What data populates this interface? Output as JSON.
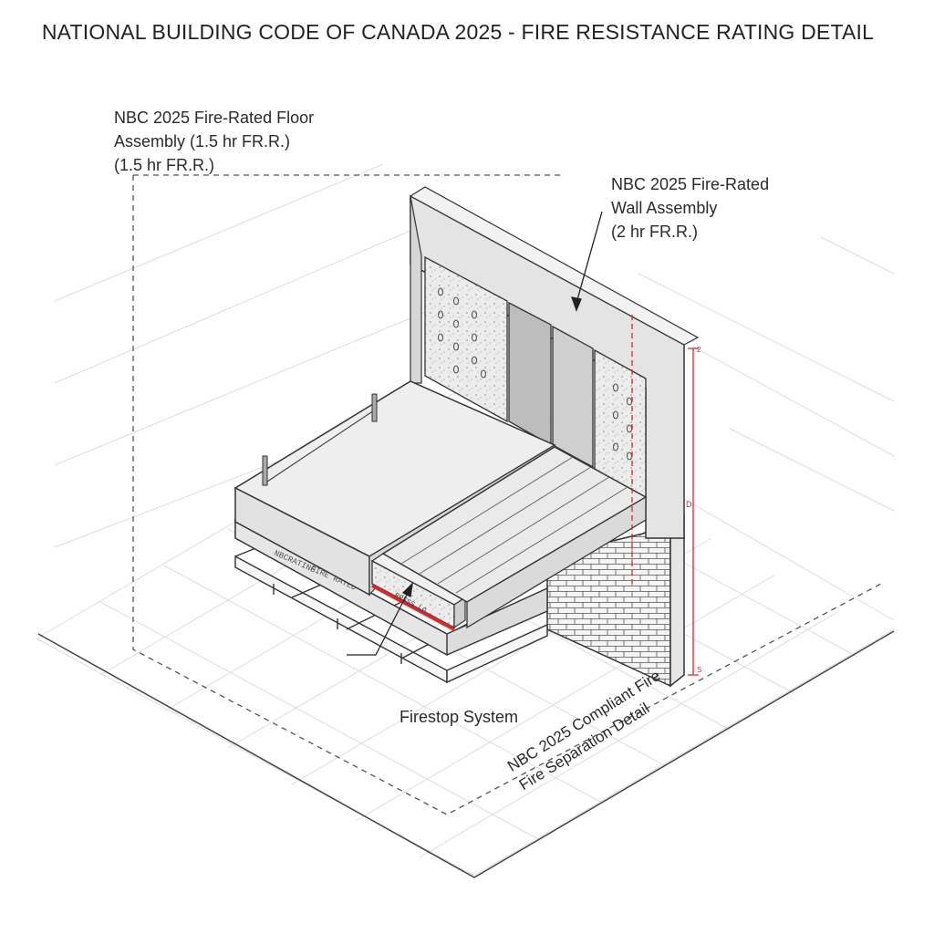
{
  "title": "NATIONAL BUILDING CODE OF CANADA 2025 - FIRE RESISTANCE RATING DETAIL",
  "labels": {
    "floor_assembly": [
      "NBC 2025 Fire-Rated Floor",
      "Assembly (1.5 hr FR.R.)",
      "(1.5 hr FR.R.)"
    ],
    "wall_assembly": [
      "NBC 2025 Fire-Rated",
      "Wall Assembly",
      "(2 hr FR.R.)"
    ],
    "firestop": "Firestop System",
    "compliance": [
      "NBC 2025 Compliant Fire",
      "Fire Separation Detail"
    ]
  },
  "colors": {
    "line": "#333333",
    "grid": "#d9d9d9",
    "accent": "#d42a2a",
    "concrete": "#e8e8e8",
    "board": "#cfcfcf"
  }
}
